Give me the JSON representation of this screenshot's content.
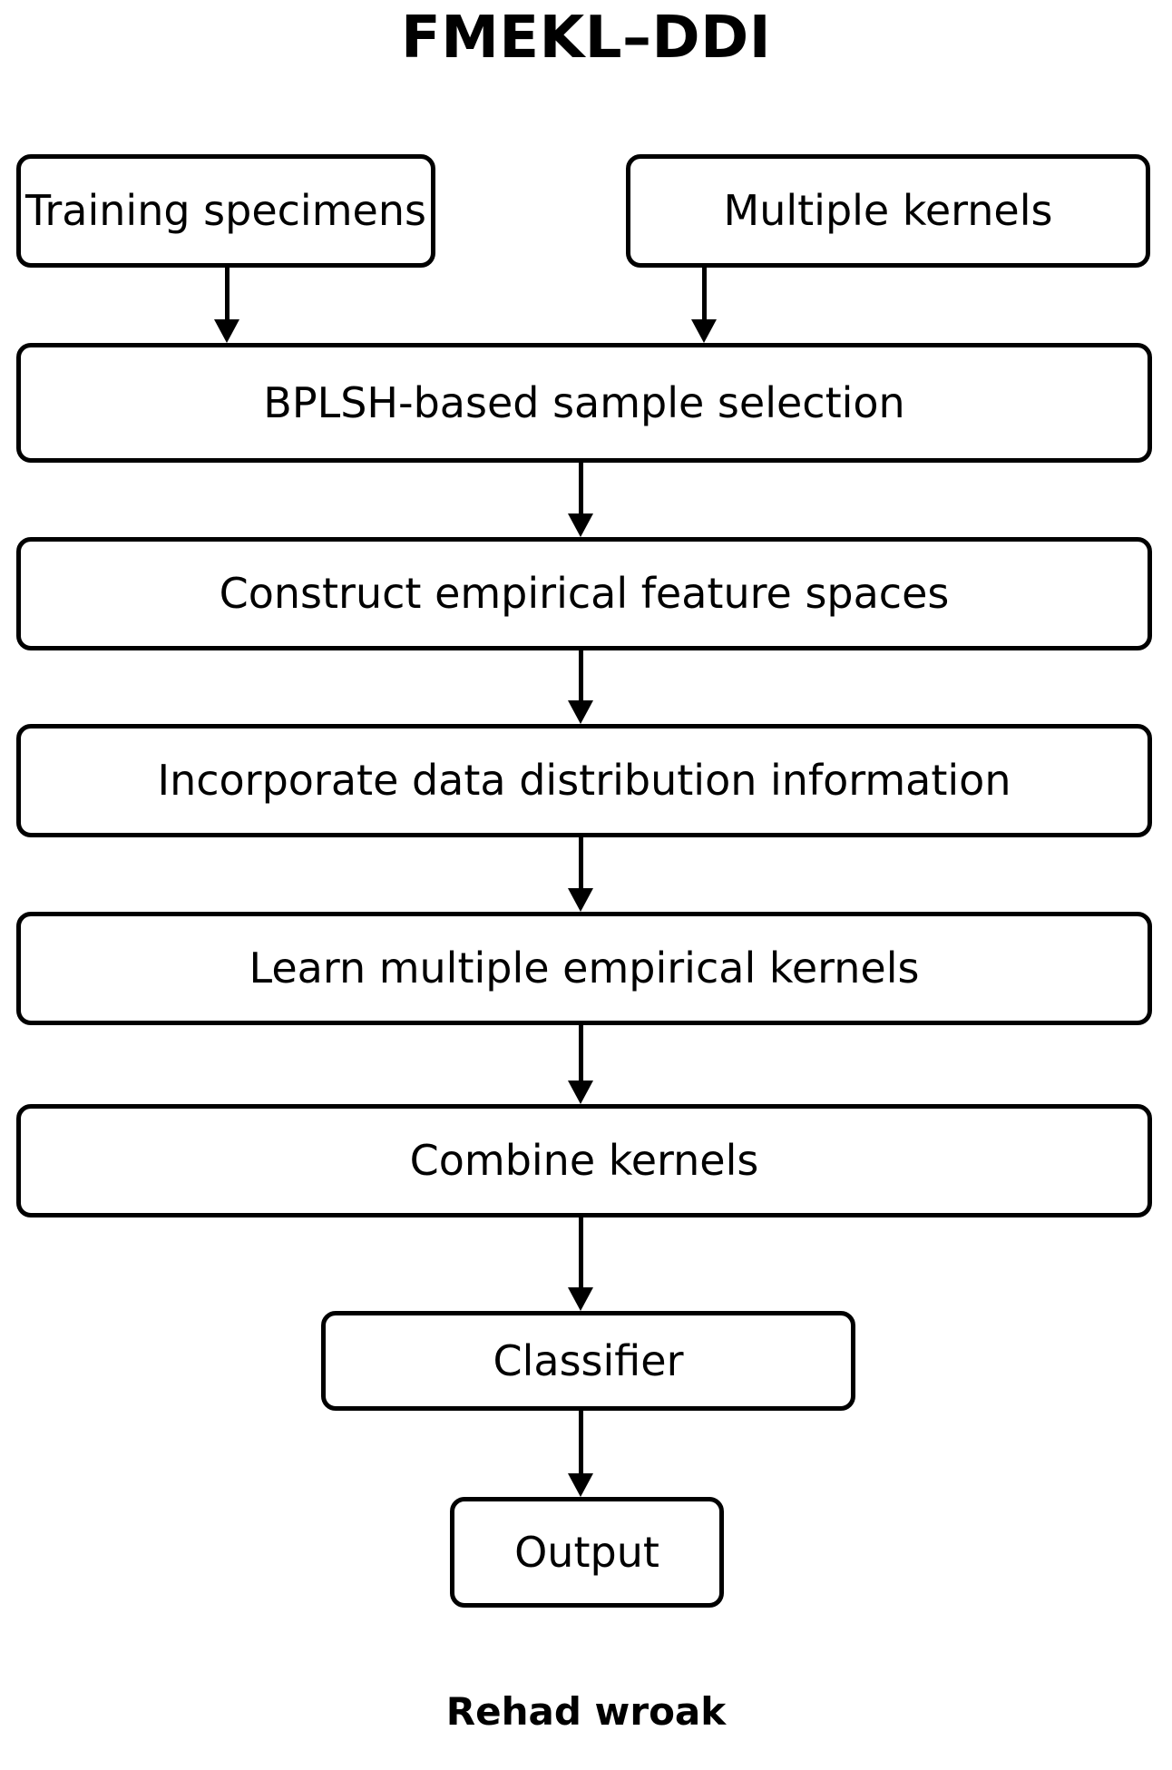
{
  "title": "FMEKL–DDI",
  "caption": "Rehad wroak",
  "colors": {
    "background": "#ffffff",
    "stroke": "#000000",
    "text": "#000000"
  },
  "diagram": {
    "type": "flowchart",
    "orientation": "top-to-bottom",
    "nodes": [
      {
        "id": "training-specimens",
        "label": "Training specimens",
        "shape": "rounded-rectangle"
      },
      {
        "id": "multiple-kernels",
        "label": "Multiple kernels",
        "shape": "rounded-rectangle"
      },
      {
        "id": "bplsh-sample-selection",
        "label": "BPLSH-based sample selection",
        "shape": "rounded-rectangle"
      },
      {
        "id": "construct-feature-spaces",
        "label": "Construct empirical feature spaces",
        "shape": "rounded-rectangle"
      },
      {
        "id": "incorporate-distribution",
        "label": "Incorporate data distribution information",
        "shape": "rounded-rectangle"
      },
      {
        "id": "learn-kernels",
        "label": "Learn multiple empirical kernels",
        "shape": "rounded-rectangle"
      },
      {
        "id": "combine-kernels",
        "label": "Combine kernels",
        "shape": "rounded-rectangle"
      },
      {
        "id": "classifier",
        "label": "Classifier",
        "shape": "rounded-rectangle"
      },
      {
        "id": "output",
        "label": "Output",
        "shape": "rounded-rectangle"
      }
    ],
    "edges": [
      {
        "id": "edge-1",
        "from": "training-specimens",
        "to": "bplsh-sample-selection",
        "style": "solid-arrow"
      },
      {
        "id": "edge-2",
        "from": "multiple-kernels",
        "to": "bplsh-sample-selection",
        "style": "solid-arrow"
      },
      {
        "id": "edge-3",
        "from": "bplsh-sample-selection",
        "to": "construct-feature-spaces",
        "style": "solid-arrow"
      },
      {
        "id": "edge-4",
        "from": "construct-feature-spaces",
        "to": "incorporate-distribution",
        "style": "solid-arrow"
      },
      {
        "id": "edge-5",
        "from": "incorporate-distribution",
        "to": "learn-kernels",
        "style": "solid-arrow"
      },
      {
        "id": "edge-6",
        "from": "learn-kernels",
        "to": "combine-kernels",
        "style": "solid-arrow"
      },
      {
        "id": "edge-7",
        "from": "combine-kernels",
        "to": "classifier",
        "style": "solid-arrow"
      },
      {
        "id": "edge-8",
        "from": "classifier",
        "to": "output",
        "style": "solid-arrow"
      }
    ]
  }
}
